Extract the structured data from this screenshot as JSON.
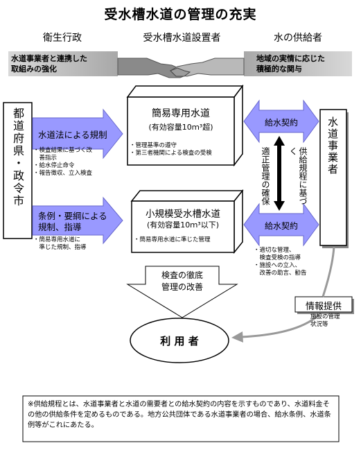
{
  "title": "受水槽水道の管理の充実",
  "headers": {
    "left": "衛生行政",
    "center": "受水槽水道設置者",
    "right": "水の供給者"
  },
  "banners": {
    "left": [
      "水道事業者と連携した",
      "取組みの強化"
    ],
    "right": [
      "地域の実情に応じた",
      "積極的な関与"
    ]
  },
  "prefecture_box": "都道府県・政令市",
  "waterworks_box": "水道事業者",
  "arrow_top": {
    "label": "水道法による規制",
    "notes": "・検査結果に基づく改\n　善指示\n・給水停止命令\n・報告徴収、立入検査"
  },
  "arrow_bottom": {
    "label_line1": "条例・要綱による",
    "label_line2": "規制、指導",
    "notes": "・簡易専用水道に\n　準じた規制、指導"
  },
  "box_top": {
    "title": "簡易専用水道",
    "capacity": "(有効容量10ｍ³超)",
    "notes": "・管理基準の遵守\n・第三者機関による検査の受検"
  },
  "box_bottom": {
    "title": "小規模受水槽水道",
    "capacity": "(有効容量10ｍ³以下)",
    "notes": "・簡易専用水道に準じた管理"
  },
  "contract_top": "給水契約",
  "contract_bottom": "給水契約",
  "vertical_left": "適正管理の確保",
  "vertical_right": "供給規程に基づく",
  "supplier_notes": "・適切な管理、\n　検査受検の指導\n・施設への立入、\n　改善の助言、勧告",
  "inspection": [
    "検査の徹底",
    "管理の改善"
  ],
  "info": {
    "label": "情報提供",
    "notes": "施設の管理\n状況等"
  },
  "user_label": "利 用 者",
  "footnote": "※供給規程とは、水道事業者と水道の需要者との給水契約の内容を示すものであり、水道料金その他の供給条件を定めるものである。地方公共団体である水道事業者の場合、給水条例、水道条例等がこれにあたる。",
  "colors": {
    "arrow_fill": "#9999ff",
    "banner_fill": "#c8c8c8"
  }
}
